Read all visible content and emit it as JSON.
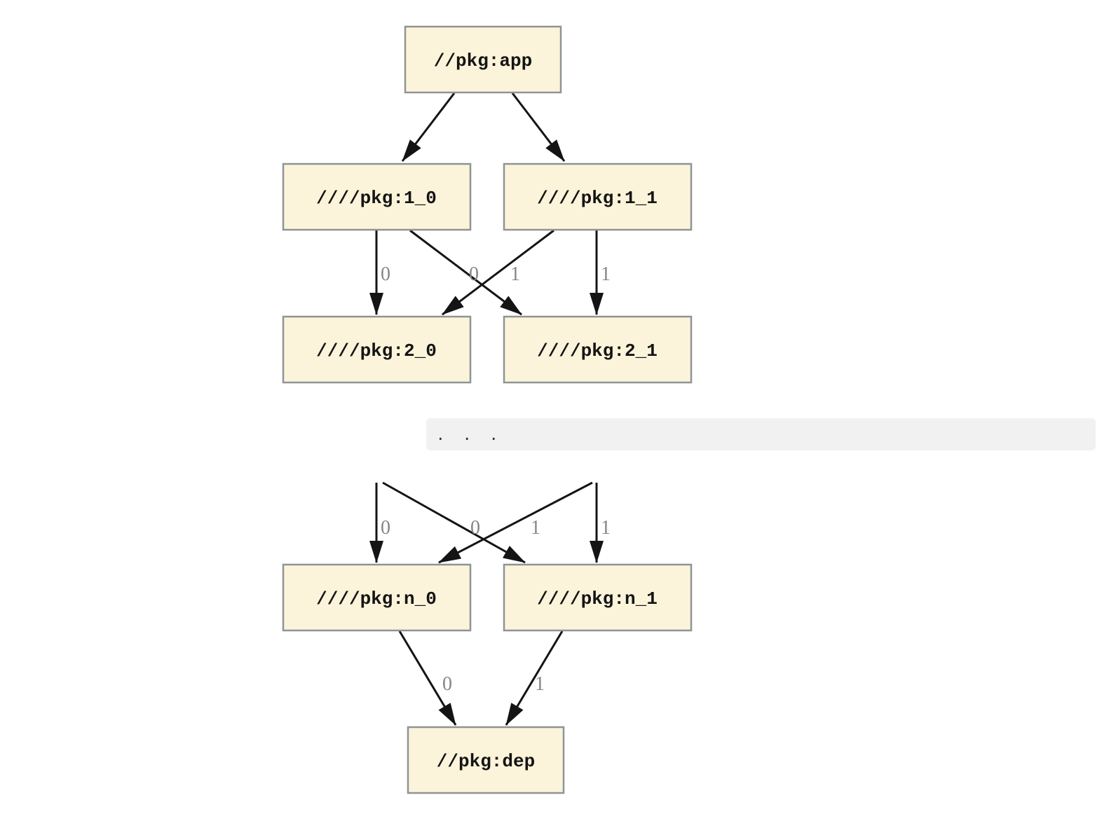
{
  "diagram": {
    "kind": "dependency-graph",
    "nodes": {
      "app": {
        "label": "//pkg:app"
      },
      "pkg1_0": {
        "label": "////pkg:1_0"
      },
      "pkg1_1": {
        "label": "////pkg:1_1"
      },
      "pkg2_0": {
        "label": "////pkg:2_0"
      },
      "pkg2_1": {
        "label": "////pkg:2_1"
      },
      "pkgn_0": {
        "label": "////pkg:n_0"
      },
      "pkgn_1": {
        "label": "////pkg:n_1"
      },
      "dep": {
        "label": "//pkg:dep"
      }
    },
    "edges": [
      {
        "from": "app",
        "to": "pkg1_0",
        "label": ""
      },
      {
        "from": "app",
        "to": "pkg1_1",
        "label": ""
      },
      {
        "from": "pkg1_0",
        "to": "pkg2_0",
        "label": "0"
      },
      {
        "from": "pkg1_0",
        "to": "pkg2_1",
        "label": "1"
      },
      {
        "from": "pkg1_1",
        "to": "pkg2_0",
        "label": "0"
      },
      {
        "from": "pkg1_1",
        "to": "pkg2_1",
        "label": "1"
      },
      {
        "from": "...",
        "to": "pkgn_0",
        "label": "0"
      },
      {
        "from": "...",
        "to": "pkgn_1",
        "label": "1"
      },
      {
        "from": "...",
        "to": "pkgn_0",
        "label": "0"
      },
      {
        "from": "...",
        "to": "pkgn_1",
        "label": "1"
      },
      {
        "from": "pkgn_0",
        "to": "dep",
        "label": "0"
      },
      {
        "from": "pkgn_1",
        "to": "dep",
        "label": "1"
      }
    ],
    "ellipsis": {
      "text": ".  .  ."
    },
    "colors": {
      "node_fill": "#fcf4da",
      "node_border": "#8e9496",
      "node_text": "#141414",
      "edge": "#141414",
      "edge_label": "#868686",
      "ellipsis_bg": "#f1f1f1",
      "ellipsis_text": "#333333"
    }
  }
}
